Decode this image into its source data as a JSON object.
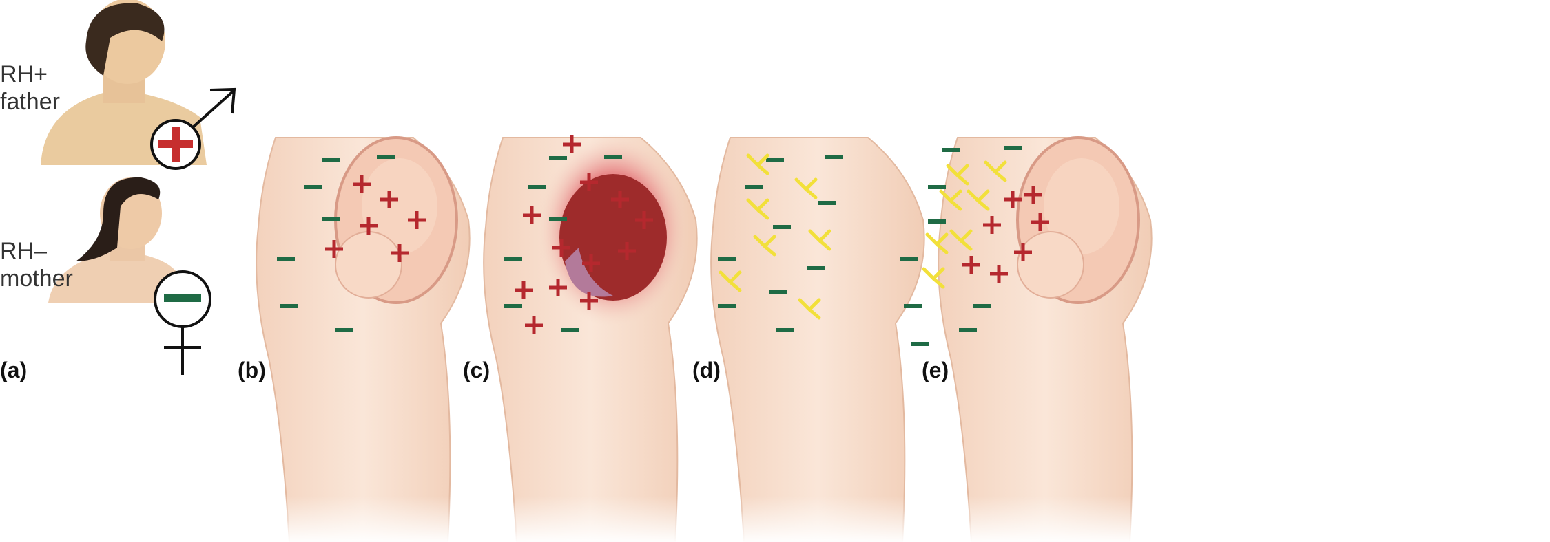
{
  "father": {
    "line1": "RH+",
    "line2": "father",
    "symbol": "male-symbol",
    "factor": "+"
  },
  "mother": {
    "line1": "RH–",
    "line2": "mother",
    "symbol": "female-symbol",
    "factor": "–"
  },
  "panel_labels": [
    "(a)",
    "(b)",
    "(c)",
    "(d)",
    "(e)"
  ],
  "colors": {
    "rh_positive": "#b5282e",
    "rh_negative": "#1f6b45",
    "antibody": "#f2e03a",
    "skin": "#f6dccb"
  }
}
